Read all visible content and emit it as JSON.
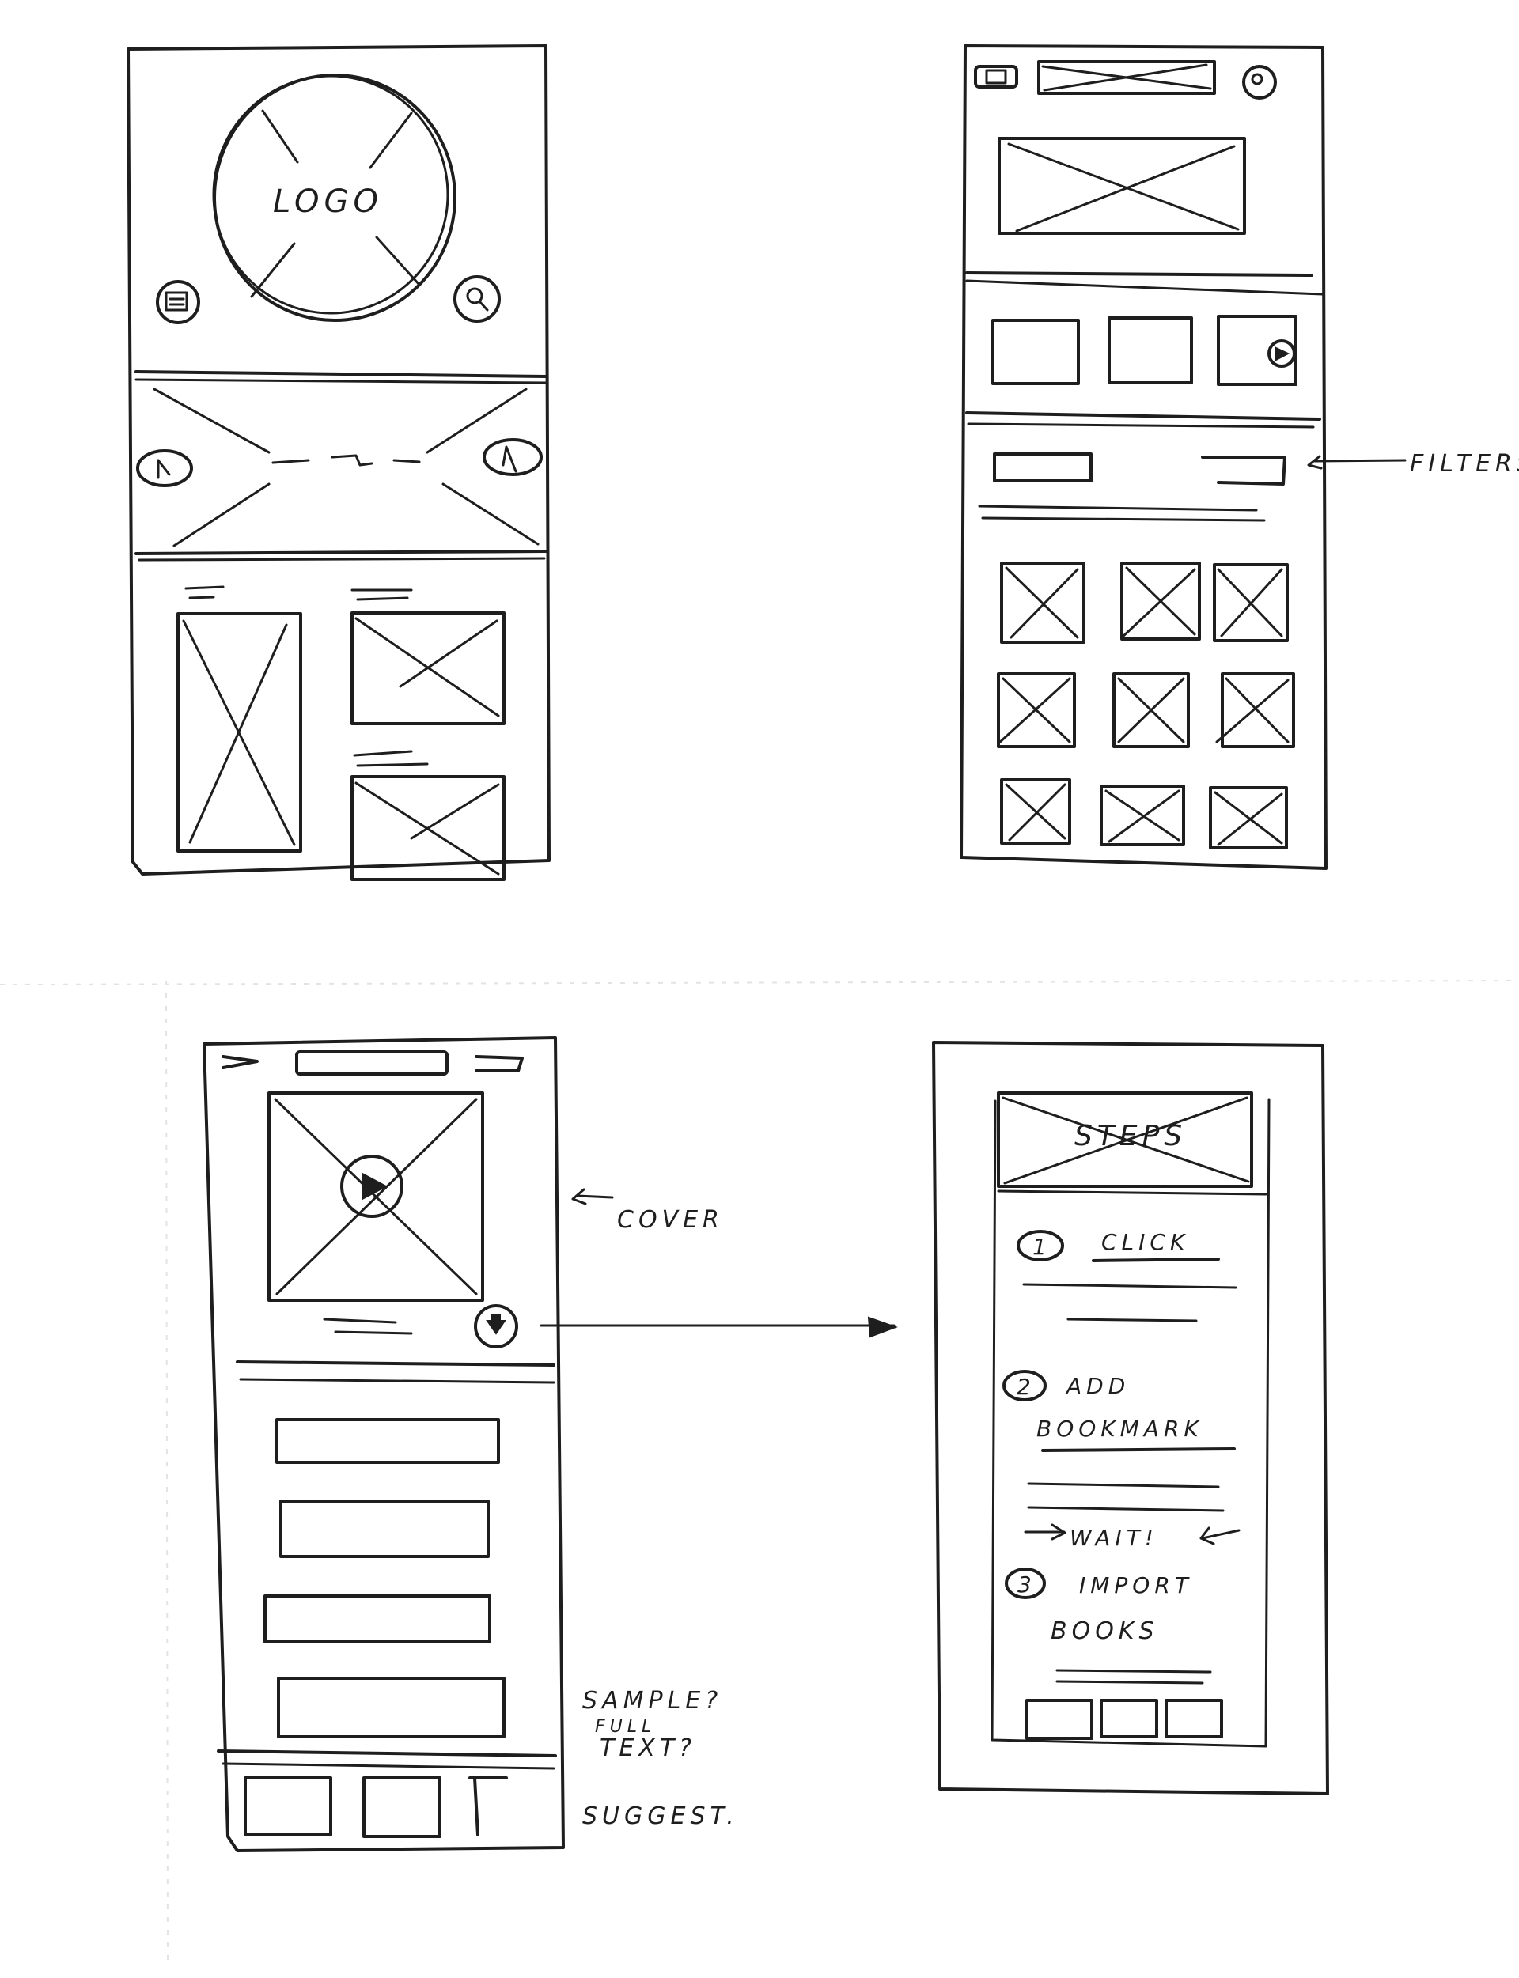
{
  "sketch1": {
    "logo_text": "LOGO"
  },
  "sketch2": {
    "filter_note": "FILTERS"
  },
  "sketch3": {
    "cover_note": "COVER",
    "sample_note_1": "SAMPLE?",
    "sample_note_2": "FULL",
    "sample_note_3": "TEXT?",
    "suggest_note": "SUGGEST."
  },
  "sketch4": {
    "steps_title": "STEPS",
    "step1_number": "1",
    "step1_label": "CLICK",
    "step2_number": "2",
    "step2_line1": "ADD",
    "step2_line2": "BOOKMARK",
    "wait_label": "WAIT!",
    "step3_number": "3",
    "step3_line1": "IMPORT",
    "step3_line2": "BOOKS"
  }
}
